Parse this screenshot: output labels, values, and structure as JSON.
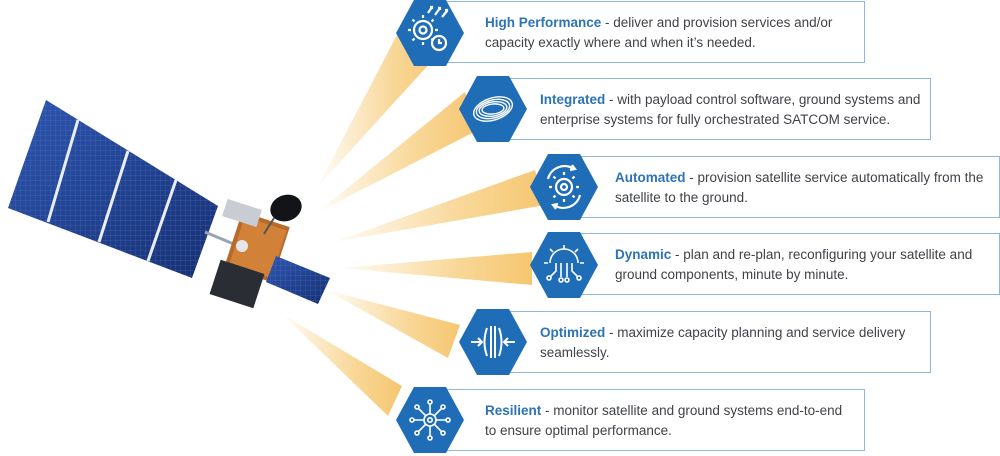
{
  "colors": {
    "hex_fill": "#1f6db7",
    "title": "#2c73b8",
    "body_text": "#3f4247",
    "card_border": "#8fb6dc",
    "beam": "#f5c15e",
    "panel": "#1d3e8c"
  },
  "features": [
    {
      "title": "High Performance",
      "text": " - deliver and provision services and/or capacity exactly where and when it’s needed.",
      "icon": "gears-clock-icon"
    },
    {
      "title": "Integrated",
      "text": " - with payload control software, ground systems and enterprise systems for fully orchestrated SATCOM service.",
      "icon": "orbit-rings-icon"
    },
    {
      "title": "Automated",
      "text": " - provision satellite service automatically from the satellite to the ground.",
      "icon": "gear-cycle-icon"
    },
    {
      "title": "Dynamic",
      "text": " - plan and re-plan, reconfiguring your satellite and ground components, minute by minute.",
      "icon": "circuit-gear-icon"
    },
    {
      "title": "Optimized",
      "text": " - maximize capacity planning and service delivery seamlessly.",
      "icon": "compress-arrows-icon"
    },
    {
      "title": "Resilient",
      "text": " - monitor satellite and ground systems end-to-end to ensure optimal performance.",
      "icon": "network-hub-icon"
    }
  ]
}
